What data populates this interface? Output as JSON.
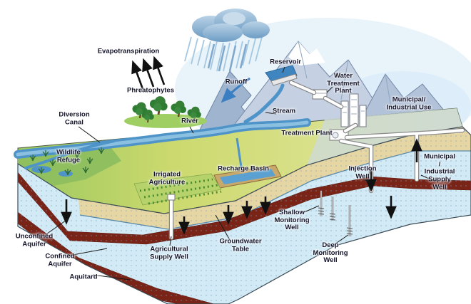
{
  "labels": {
    "evapotranspiration": "Evapotranspiration",
    "phreatophytes": "Phreatophytes",
    "diversion_canal": "Diversion\nCanal",
    "wildlife_refuge": "Wildlife\nRefuge",
    "river": "River",
    "runoff": "Runoff",
    "stream": "Stream",
    "reservoir": "Reservoir",
    "water_treatment_plant": "Water\nTreatment\nPlant",
    "municipal_industrial_use": "Municipal/\nIndustrial Use",
    "treatment_plant": "Treatment Plant",
    "recharge_basin": "Recharge Basin",
    "injection_well": "Injection\nWell",
    "municipal_industrial_supply_well": "Municipal /\nIndustrial\nSupply Well",
    "irrigated_agriculture": "Irrigated\nAgriculture",
    "shallow_monitoring_well": "Shallow\nMonitoring\nWell",
    "deep_monitoring_well": "Deep\nMonitoring\nWell",
    "groundwater_table": "Groundwater\nTable",
    "agricultural_supply_well": "Agricultural\nSupply Well",
    "unconfined_aquifer": "Unconfined\nAquifer",
    "confined_aquifer": "Confined\nAquifer",
    "aquitard": "Aquitard"
  },
  "colors": {
    "water": "#4f94c8",
    "reservoir_water": "#3f86c0",
    "cloud": "#7aa6cc",
    "rain": "#a5c8e2",
    "mountain": "#c5d1e2",
    "land_green": "#9cc95f",
    "land_yellow": "#d7e07b",
    "refuge_green": "#8fbf5e",
    "vadose_tan": "#e6d6a4",
    "aquifer_blue": "#d2eaf5",
    "aquitard_red": "#7a2418",
    "tree_green": "#2e7d32",
    "pipe_white": "#ffffff",
    "arrow_black": "#111111",
    "label_text": "#14142b"
  }
}
